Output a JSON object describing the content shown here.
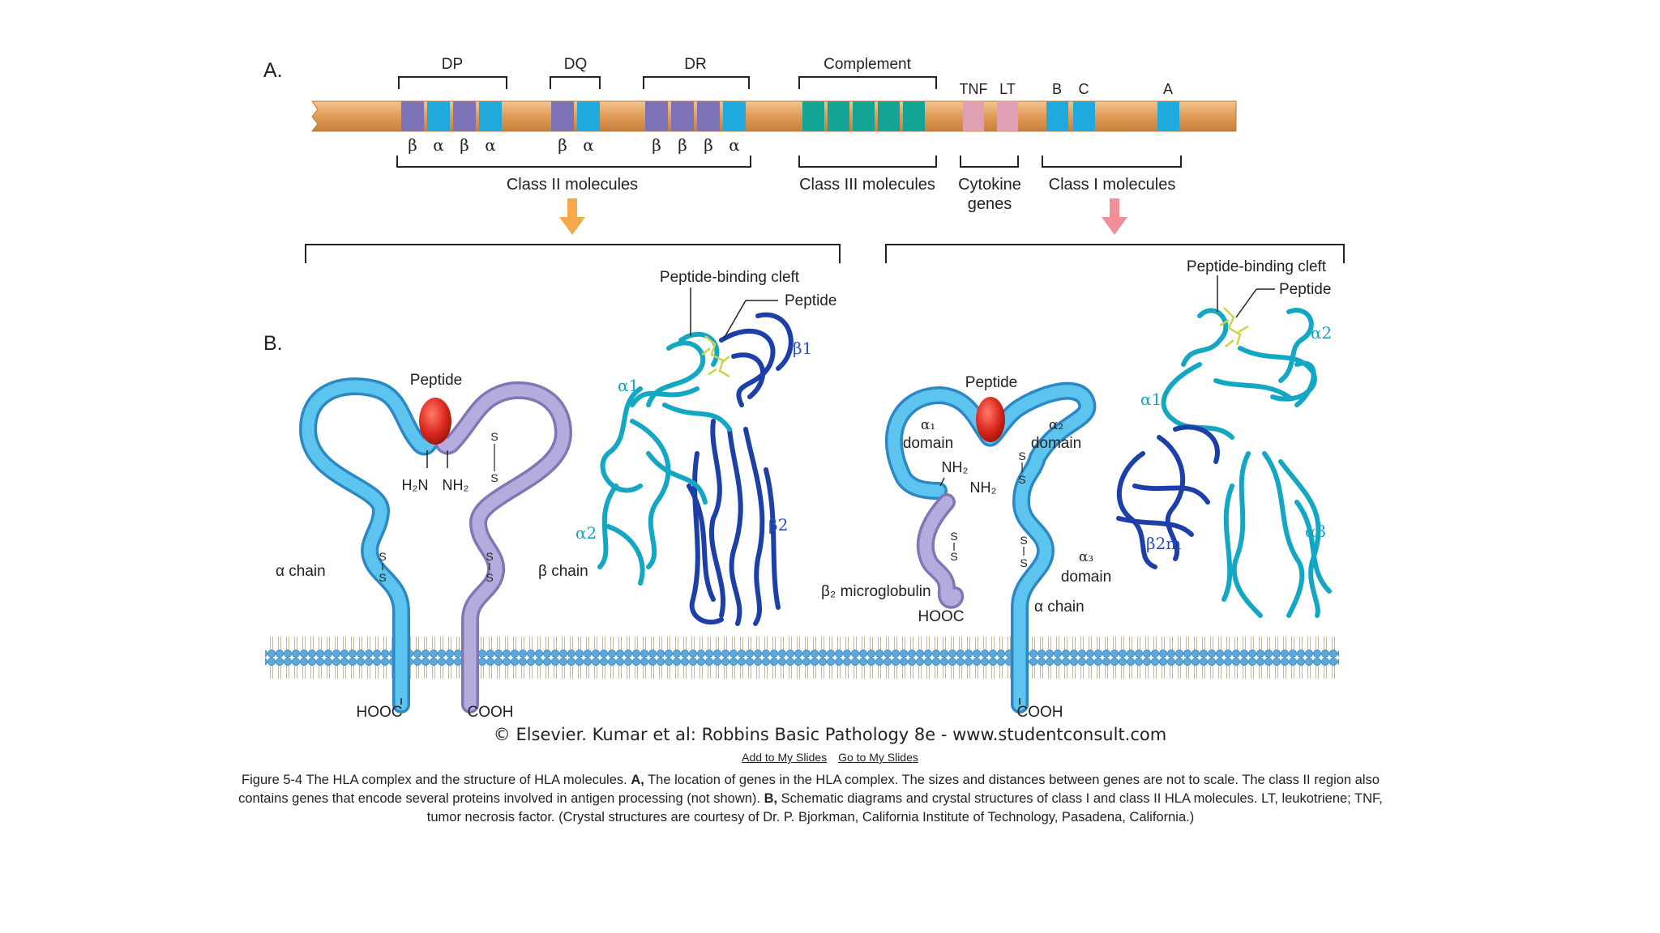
{
  "panel_a": {
    "label": "A.",
    "regions": [
      {
        "name": "DP",
        "greeks": [
          "β",
          "α",
          "β",
          "α"
        ]
      },
      {
        "name": "DQ",
        "greeks": [
          "β",
          "α"
        ]
      },
      {
        "name": "DR",
        "greeks": [
          "β",
          "β",
          "β",
          "α"
        ]
      },
      {
        "name": "Complement"
      },
      {
        "name": "TNF"
      },
      {
        "name": "LT"
      },
      {
        "name": "B"
      },
      {
        "name": "C"
      },
      {
        "name": "A"
      }
    ],
    "groups": [
      {
        "label": "Class II molecules"
      },
      {
        "label": "Class III molecules"
      },
      {
        "label_lines": [
          "Cytokine",
          "genes"
        ]
      },
      {
        "label": "Class I molecules"
      }
    ],
    "colors": {
      "chromosome": "#e0a15c",
      "class2_purple": "#7b72b8",
      "class2_blue": "#1fa9dc",
      "class3": "#12a596",
      "cytokine": "#e0a0b3",
      "class1": "#1fa9dc",
      "arrow_class2": "#f5a94a",
      "arrow_class1": "#ef8f97"
    }
  },
  "panel_b": {
    "label": "B.",
    "class2_schematic": {
      "peptide": "Peptide",
      "nh2_left": "H₂N",
      "nh2_right": "NH₂",
      "alpha_chain": "α chain",
      "beta_chain": "β chain",
      "ss": [
        "S",
        "S"
      ],
      "hooc": "HOOC",
      "cooh": "COOH"
    },
    "class2_crystal": {
      "cleft": "Peptide-binding cleft",
      "peptide": "Peptide",
      "domains": [
        "α1",
        "β1",
        "α2",
        "β2"
      ]
    },
    "class1_schematic": {
      "peptide": "Peptide",
      "a1_domain_sym": "α₁",
      "a1_domain_word": "domain",
      "a2_domain_sym": "α₂",
      "a2_domain_word": "domain",
      "nh2_a": "NH₂",
      "nh2_b": "NH₂",
      "a3_domain_sym": "α₃",
      "a3_domain_word": "domain",
      "b2m": "β₂ microglobulin",
      "alpha_chain": "α chain",
      "hooc": "HOOC",
      "cooh": "COOH"
    },
    "class1_crystal": {
      "cleft": "Peptide-binding cleft",
      "peptide": "Peptide",
      "domains": [
        "α2",
        "α1",
        "β2m",
        "α3"
      ]
    }
  },
  "copyright": "© Elsevier. Kumar et al: Robbins Basic Pathology 8e - www.studentconsult.com",
  "links": {
    "add": "Add to My Slides",
    "go": "Go to My Slides"
  },
  "caption": {
    "lead": "Figure 5-4 The HLA complex and the structure of HLA molecules. ",
    "a_label": "A,",
    "a_text": " The location of genes in the HLA complex. The sizes and distances between genes are not to scale. The class II region also contains genes that encode several proteins involved in antigen processing (not shown). ",
    "b_label": "B,",
    "b_text": " Schematic diagrams and crystal structures of class I and class II HLA molecules. LT, leukotriene; TNF, tumor necrosis factor. (Crystal structures are courtesy of Dr. P. Bjorkman, California Institute of Technology, Pasadena, California.)"
  }
}
